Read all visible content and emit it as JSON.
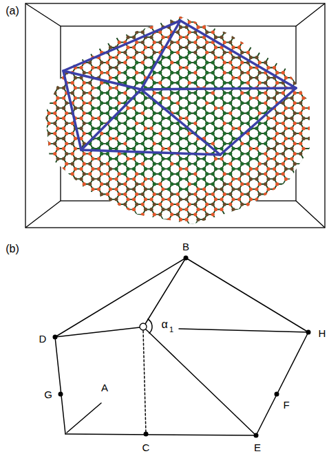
{
  "diagram": {
    "labels": [
      "(a)",
      "(b)",
      "B",
      "D",
      "A",
      "α",
      "1",
      "H",
      "G",
      "F",
      "C",
      "E"
    ]
  }
}
